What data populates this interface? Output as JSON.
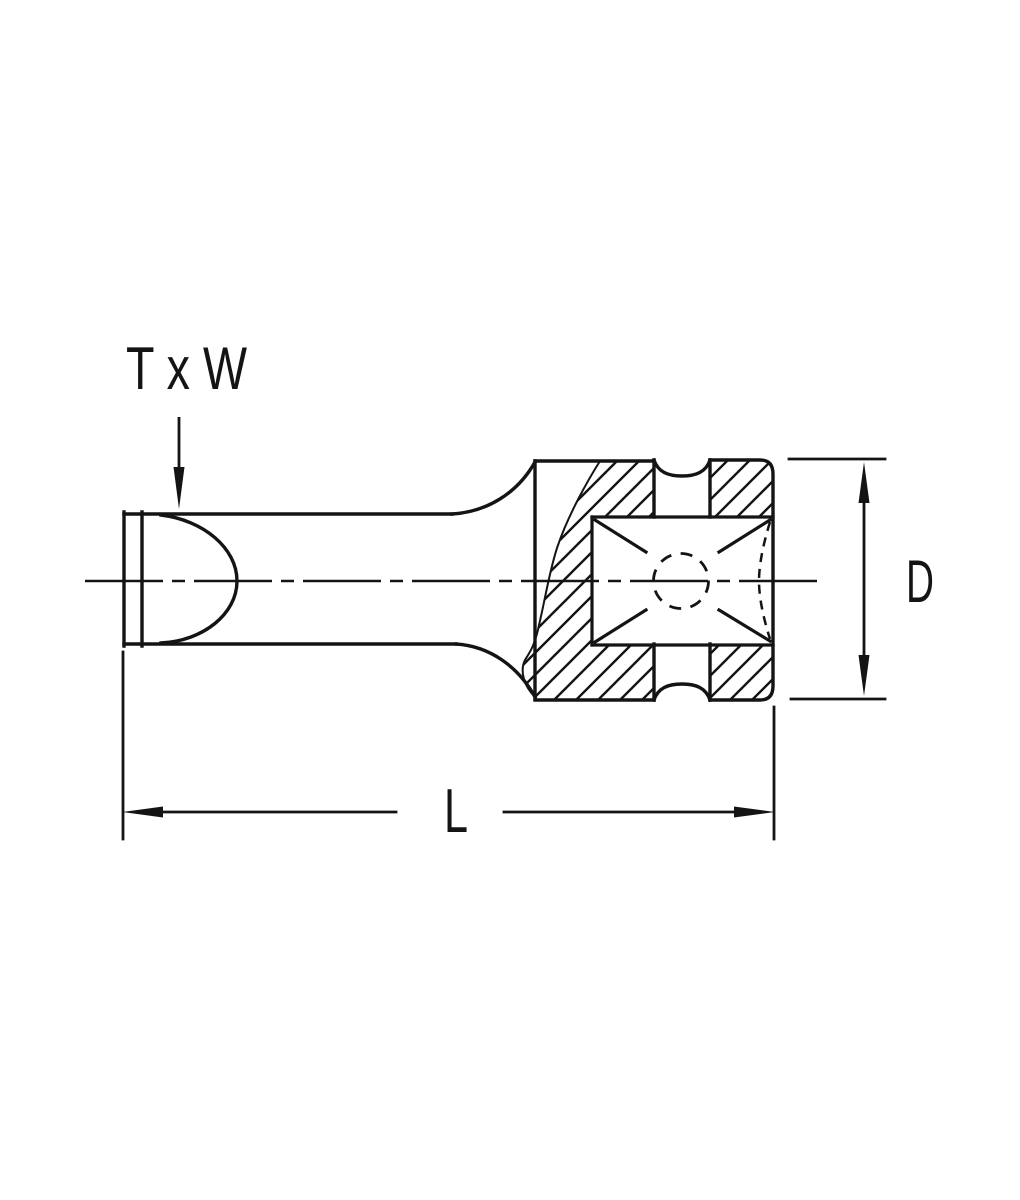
{
  "page": {
    "background_color": "#ffffff"
  },
  "drawing": {
    "line_color": "#141414",
    "labels": {
      "tip_dimension": "T x W",
      "outer_diameter": "D",
      "overall_length": "L"
    }
  }
}
